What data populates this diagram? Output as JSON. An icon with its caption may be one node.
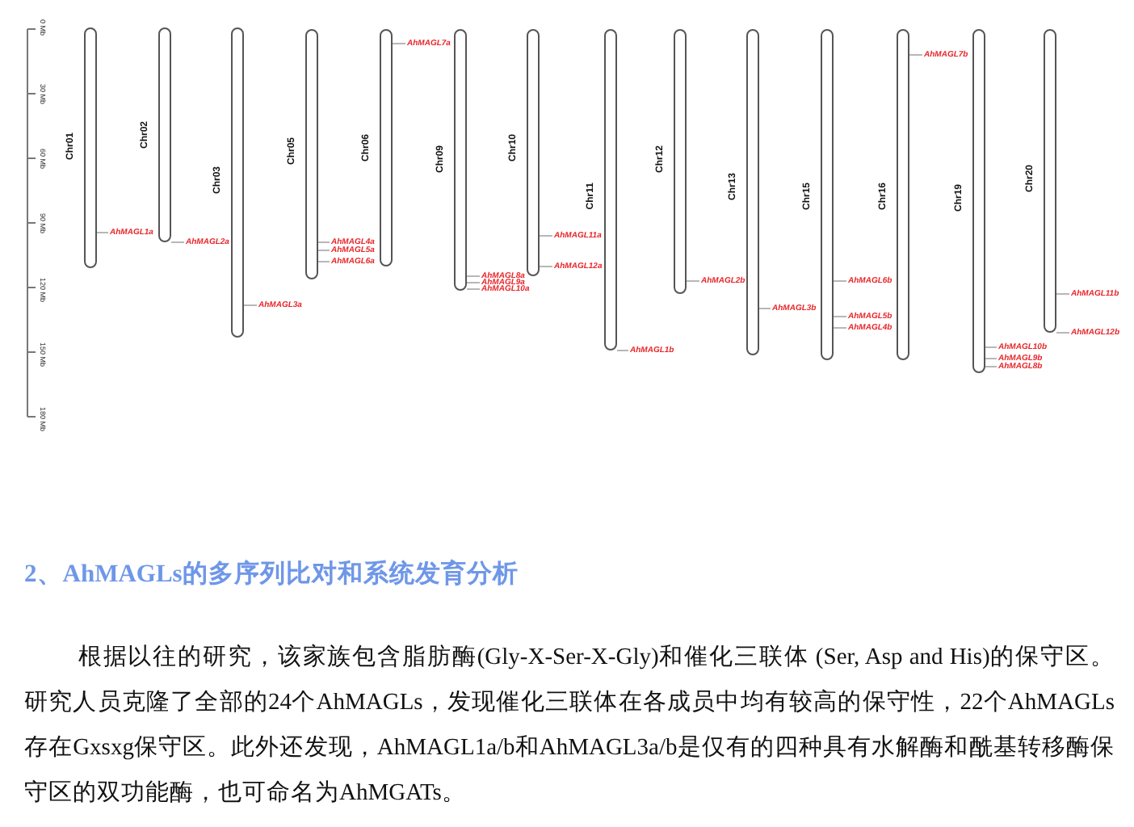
{
  "diagram": {
    "title": "2、AhMAGLs的多序列比对和系统发育分析",
    "nodes": [
      {
        "text": [
          "Chr01"
        ]
      },
      {
        "text": [
          "AhMAGL1a"
        ]
      },
      {
        "text": [
          "Chr02"
        ]
      },
      {
        "text": [
          "AhMAGL2a"
        ]
      },
      {
        "text": [
          "Chr03"
        ]
      },
      {
        "text": [
          "AhMAGL3a"
        ]
      },
      {
        "text": [
          "Chr05"
        ]
      },
      {
        "text": [
          "AhMAGL4a"
        ]
      },
      {
        "text": [
          "AhMAGL5a"
        ]
      },
      {
        "text": [
          "AhMAGL6a"
        ]
      },
      {
        "text": [
          "Chr06"
        ]
      },
      {
        "text": [
          "AhMAGL7a"
        ]
      },
      {
        "text": [
          "Chr09"
        ]
      },
      {
        "text": [
          "AhMAGL8a"
        ]
      },
      {
        "text": [
          "AhMAGL9a"
        ]
      },
      {
        "text": [
          "AhMAGL10a"
        ]
      },
      {
        "text": [
          "Chr10"
        ]
      },
      {
        "text": [
          "AhMAGL11a"
        ]
      },
      {
        "text": [
          "AhMAGL12a"
        ]
      },
      {
        "text": [
          "Chr11"
        ]
      },
      {
        "text": [
          "AhMAGL1b"
        ]
      },
      {
        "text": [
          "Chr12"
        ]
      },
      {
        "text": [
          "AhMAGL2b"
        ]
      },
      {
        "text": [
          "Chr13"
        ]
      },
      {
        "text": [
          "AhMAGL3b"
        ]
      },
      {
        "text": [
          "Chr15"
        ]
      },
      {
        "text": [
          "AhMAGL6b"
        ]
      },
      {
        "text": [
          "AhMAGL5b"
        ]
      },
      {
        "text": [
          "AhMAGL4b"
        ]
      },
      {
        "text": [
          "Chr16"
        ]
      },
      {
        "text": [
          "AhMAGL7b"
        ]
      },
      {
        "text": [
          "Chr19"
        ]
      },
      {
        "text": [
          "AhMAGL10b"
        ]
      },
      {
        "text": [
          "AhMAGL9b"
        ]
      },
      {
        "text": [
          "AhMAGL8b"
        ]
      },
      {
        "text": [
          "Chr20"
        ]
      },
      {
        "text": [
          "AhMAGL11b"
        ]
      },
      {
        "text": [
          "AhMAGL12b"
        ]
      }
    ],
    "edges": [
      {
        "from": 1,
        "to": 0,
        "arrow": "none"
      },
      {
        "from": 3,
        "to": 2,
        "arrow": "none"
      },
      {
        "from": 5,
        "to": 4,
        "arrow": "none"
      },
      {
        "from": 7,
        "to": 6,
        "arrow": "none"
      },
      {
        "from": 8,
        "to": 6,
        "arrow": "none"
      },
      {
        "from": 9,
        "to": 6,
        "arrow": "none"
      },
      {
        "from": 11,
        "to": 10,
        "arrow": "none"
      },
      {
        "from": 13,
        "to": 12,
        "arrow": "none"
      },
      {
        "from": 14,
        "to": 12,
        "arrow": "none"
      },
      {
        "from": 15,
        "to": 12,
        "arrow": "none"
      },
      {
        "from": 17,
        "to": 16,
        "arrow": "none"
      },
      {
        "from": 18,
        "to": 16,
        "arrow": "none"
      },
      {
        "from": 20,
        "to": 19,
        "arrow": "none"
      },
      {
        "from": 22,
        "to": 21,
        "arrow": "none"
      },
      {
        "from": 24,
        "to": 23,
        "arrow": "none"
      },
      {
        "from": 26,
        "to": 25,
        "arrow": "none"
      },
      {
        "from": 27,
        "to": 25,
        "arrow": "none"
      },
      {
        "from": 28,
        "to": 25,
        "arrow": "none"
      },
      {
        "from": 30,
        "to": 29,
        "arrow": "none"
      },
      {
        "from": 32,
        "to": 31,
        "arrow": "none"
      },
      {
        "from": 33,
        "to": 31,
        "arrow": "none"
      },
      {
        "from": 34,
        "to": 31,
        "arrow": "none"
      },
      {
        "from": 36,
        "to": 35,
        "arrow": "none"
      },
      {
        "from": 37,
        "to": 35,
        "arrow": "none"
      }
    ],
    "labels": [
      "0 Mb",
      "30 Mb",
      "60 Mb",
      "90 Mb",
      "120 Mb",
      "150 Mb",
      "180 Mb",
      "根据以往的研究，该家族包含脂肪酶(Gly-X-Ser-X-Gly)和催化三联体 (Ser, Asp and His)的保守区。研究人员克隆了全部的24个AhMAGLs，发现催化三联体在各成员中均有较高的保守性，22个AhMAGLs存在Gxsxg保守区。此外还发现，AhMAGL1a/b和AhMAGL3a/b是仅有的四种具有水解酶和酰基转移酶保守区的双功能酶，也可命名为AhMGATs。"
    ]
  }
}
